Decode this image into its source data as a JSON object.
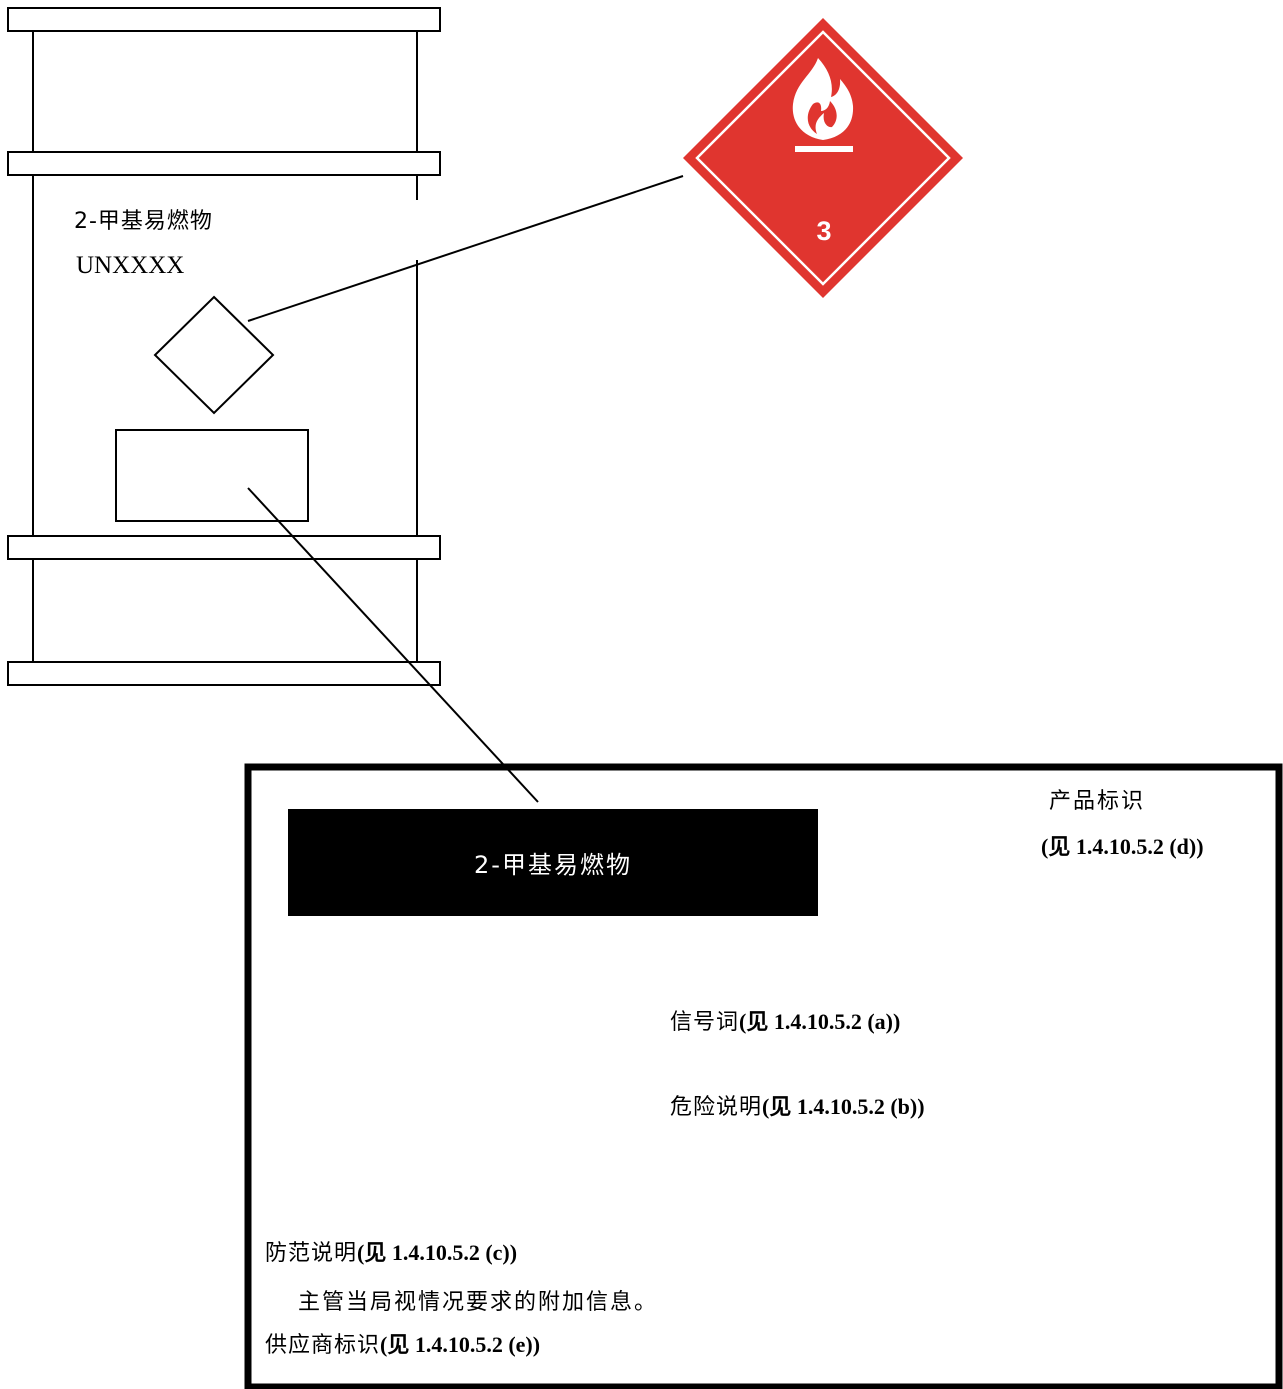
{
  "drum": {
    "product_name": "2-甲基易燃物",
    "un_number": "UNXXXX"
  },
  "pictogram": {
    "class_number": "3",
    "icon": "flame-icon",
    "fill_color": "#e0352f"
  },
  "label": {
    "product_name": "2-甲基易燃物",
    "product_identifier": "产品标识",
    "product_identifier_ref": "(见 1.4.10.5.2 (d))",
    "signal_word_label": "信号词",
    "signal_word_ref": "(见 1.4.10.5.2 (a))",
    "hazard_statement_label": "危险说明",
    "hazard_statement_ref": "(见 1.4.10.5.2 (b))",
    "precautionary_label": "防范说明",
    "precautionary_ref": "(见 1.4.10.5.2 (c))",
    "additional_info": "主管当局视情况要求的附加信息。",
    "supplier_label": "供应商标识",
    "supplier_ref": "(见 1.4.10.5.2 (e))"
  }
}
